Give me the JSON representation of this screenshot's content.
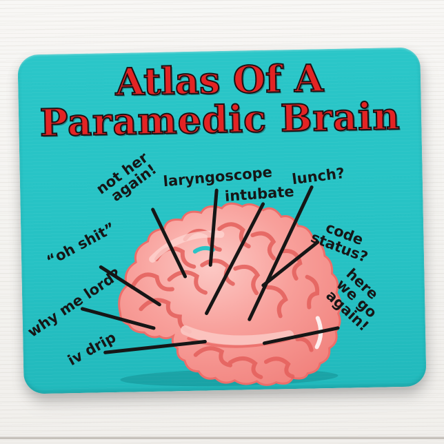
{
  "title": {
    "line1": "Atlas Of A",
    "line2": "Paramedic Brain"
  },
  "labels": {
    "not_her_again": "not her\nagain!",
    "laryngoscope": "laryngoscope",
    "intubate": "intubate",
    "lunch": "lunch?",
    "code_status": "code status?",
    "here_we_go_again": "here we go\nagain!",
    "oh_shit": "“oh shit”",
    "why_me_lord": "why me lord?",
    "iv_drip": "iv drip"
  },
  "colors": {
    "mousepad_teal": "#26c2c4",
    "title_red": "#e32424",
    "title_outline": "#1d1114",
    "label_ink": "#161616",
    "brain_pink": "#f79b96",
    "brain_crease_red": "#e4605c",
    "brain_highlight": "#fdd3cf",
    "desk_white": "#f6f5f2"
  }
}
